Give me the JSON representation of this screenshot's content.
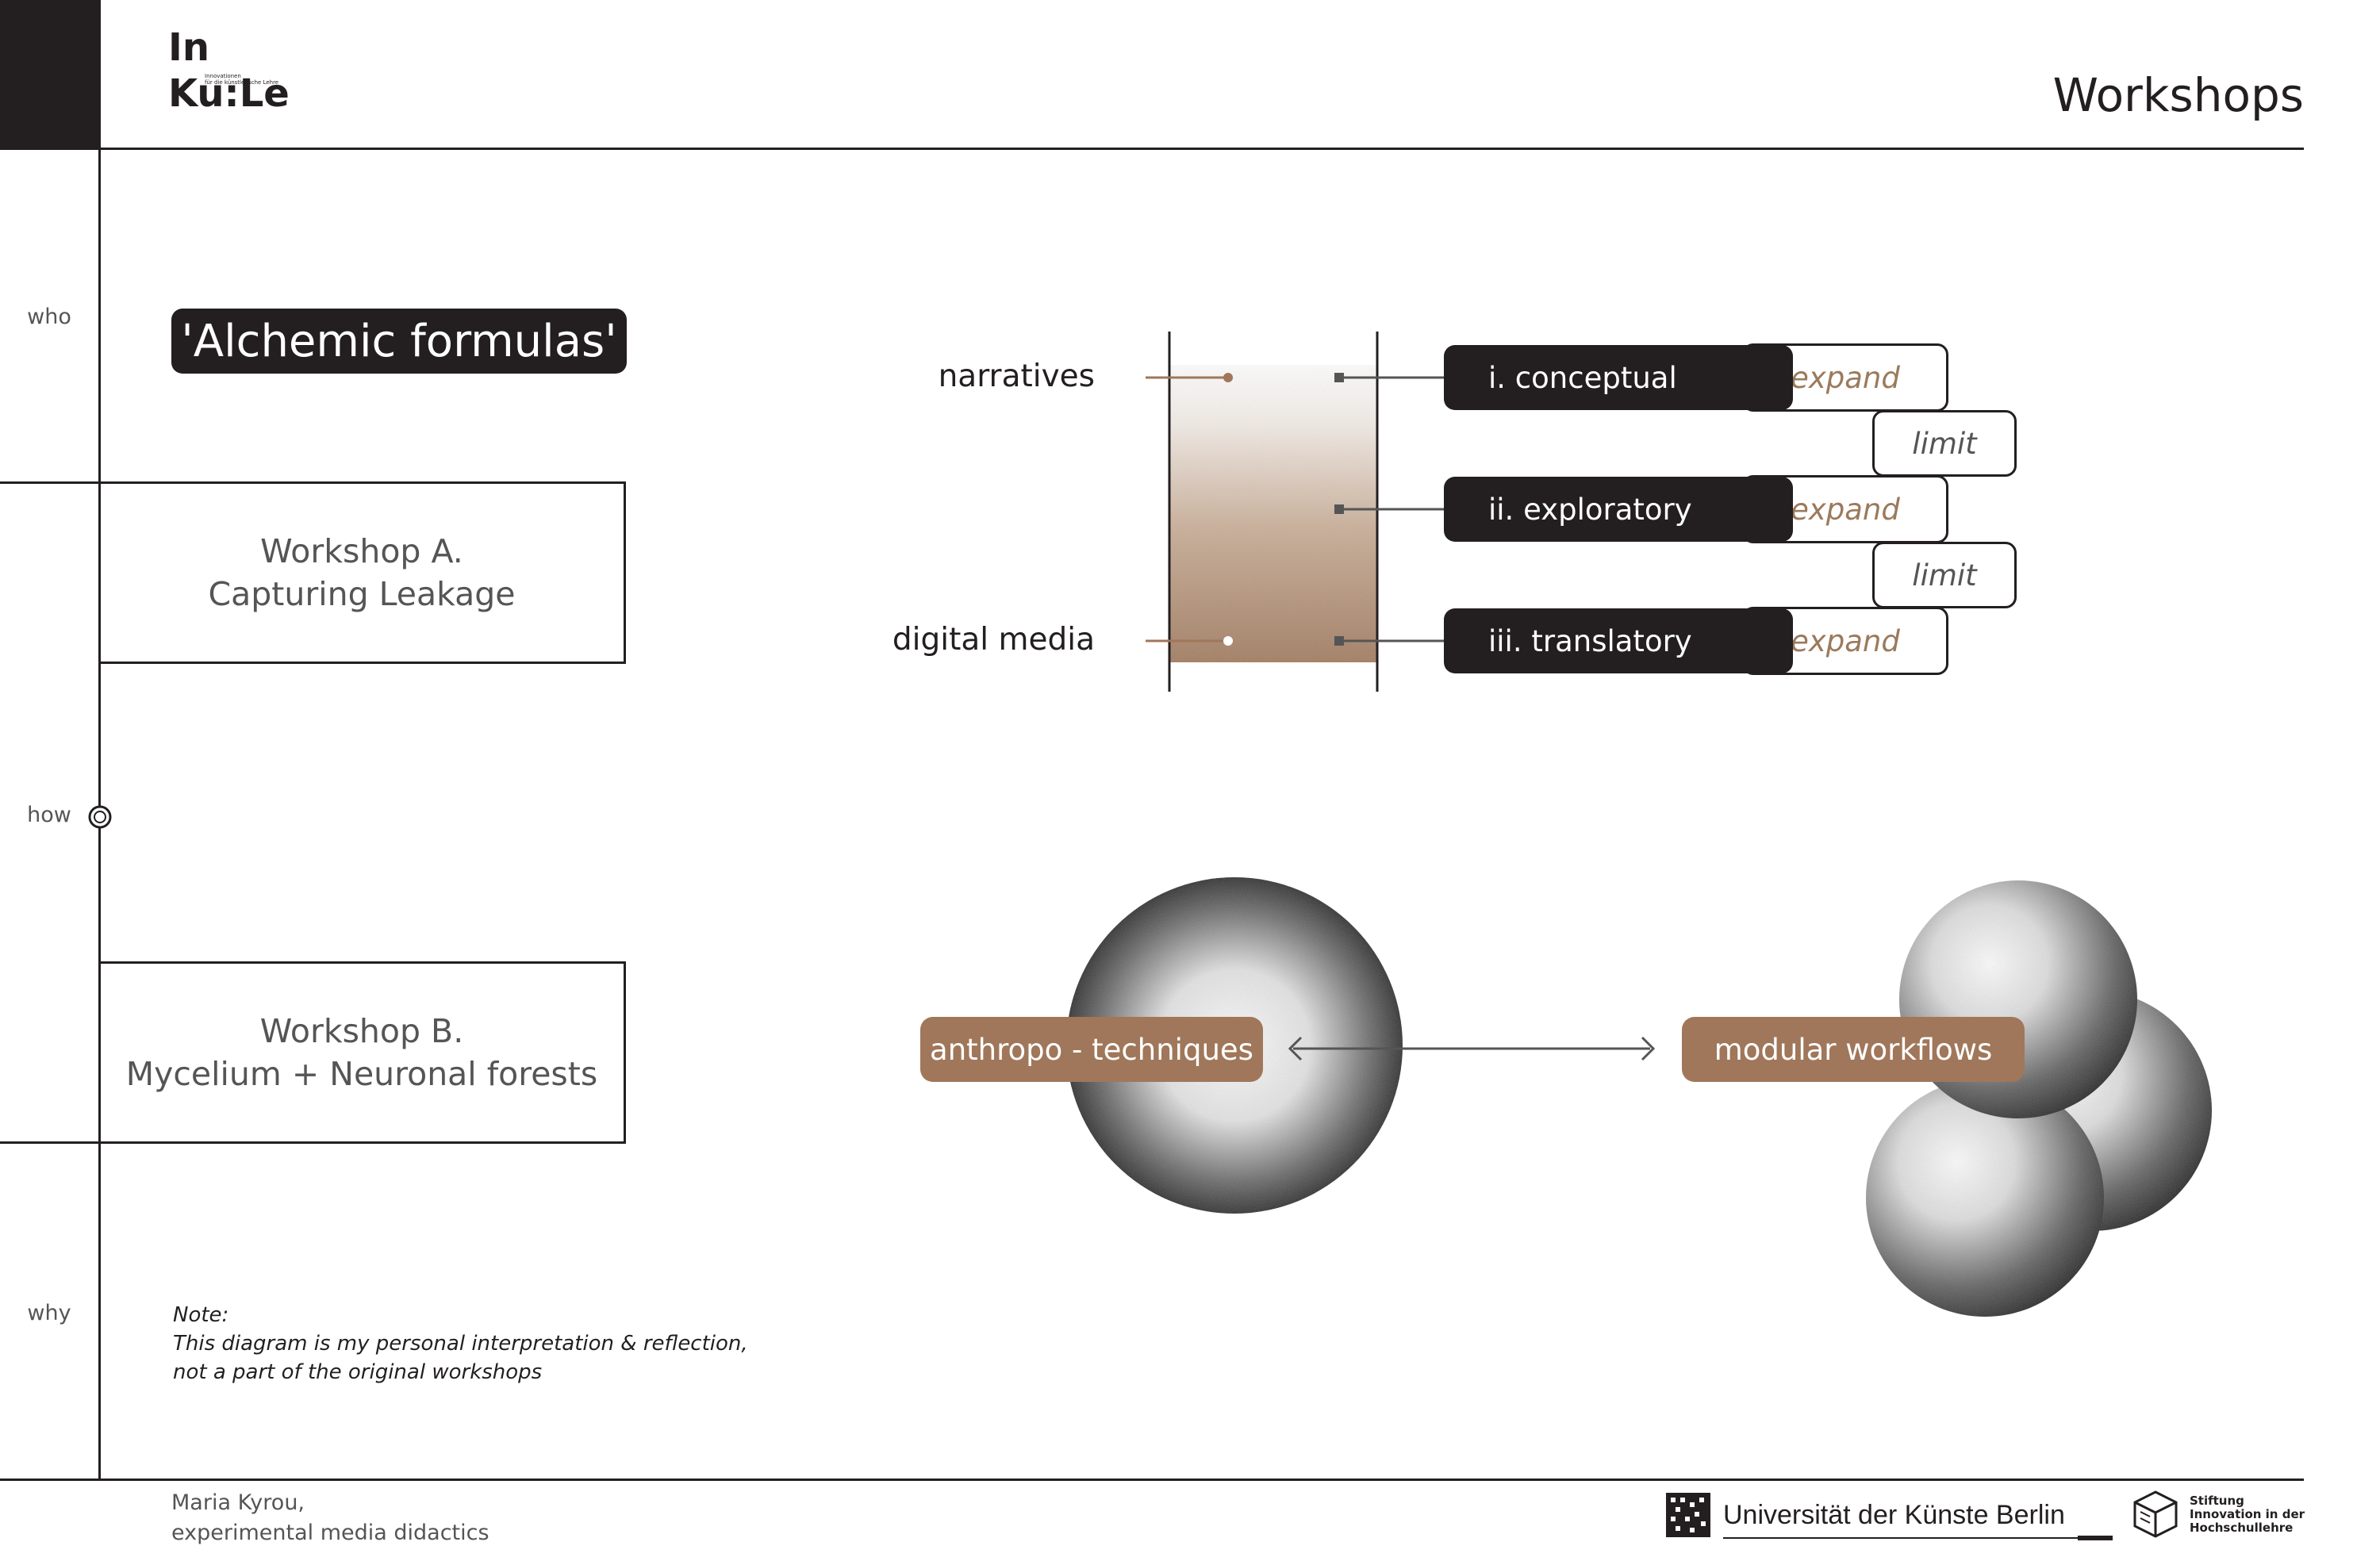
{
  "header": {
    "logo_top": "In",
    "logo_bottom": "Ku:Le",
    "logo_tiny_1": "Innovationen",
    "logo_tiny_2": "für die künstlerische Lehre",
    "page_title": "Workshops"
  },
  "side_labels": {
    "who": "who",
    "how": "how",
    "why": "why"
  },
  "left": {
    "title": "'Alchemic formulas'",
    "workshop_a": {
      "line1": "Workshop A.",
      "line2": "Capturing Leakage"
    },
    "workshop_b": {
      "line1": "Workshop B.",
      "line2": "Mycelium + Neuronal forests"
    },
    "note": {
      "line1": "Note:",
      "line2": "This diagram is my personal interpretation & reflection,",
      "line3": "not a part of the original workshops"
    }
  },
  "diagram": {
    "axis_top": "narratives",
    "axis_bottom": "digital media",
    "stages": [
      {
        "label": "i. conceptual",
        "action": "expand"
      },
      {
        "label": "ii. exploratory",
        "action": "expand"
      },
      {
        "label": "iii. translatory",
        "action": "expand"
      }
    ],
    "limits": [
      "limit",
      "limit"
    ],
    "left_node": "anthropo - techniques",
    "right_node": "modular workflows"
  },
  "footer": {
    "author_line1": "Maria Kyrou,",
    "author_line2": "experimental media didactics",
    "university": "Universität der Künste Berlin",
    "foundation_line1": "Stiftung",
    "foundation_line2": "Innovation in der",
    "foundation_line3": "Hochschullehre"
  },
  "colors": {
    "ink": "#231f20",
    "accent": "#a0775a",
    "accent_text": "#9b7a5c"
  }
}
